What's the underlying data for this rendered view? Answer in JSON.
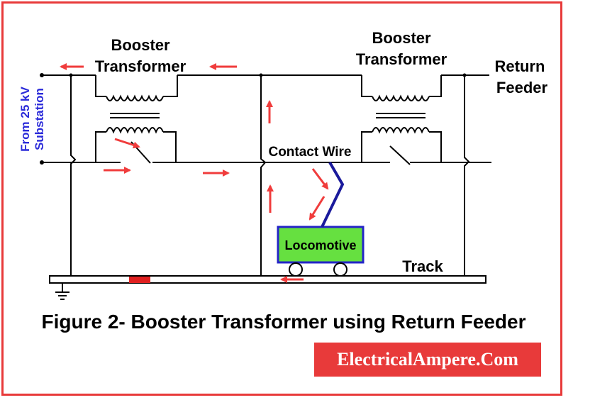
{
  "labels": {
    "booster_left": [
      "Booster",
      "Transformer"
    ],
    "booster_right": [
      "Booster",
      "Transformer"
    ],
    "return_feeder": [
      "Return",
      "Feeder"
    ],
    "from_substation": [
      "From 25 kV",
      "Substation"
    ],
    "contact_wire": "Contact Wire",
    "locomotive": "Locomotive",
    "track": "Track"
  },
  "caption": "Figure 2- Booster Transformer using Return Feeder",
  "brand": "ElectricalAmpere.Com",
  "colors": {
    "border": "#e83a3a",
    "arrow": "#f03c3c",
    "locomotive_fill": "#66e040",
    "locomotive_border": "#2424c8",
    "pantograph": "#1a1a9c",
    "substation_text": "#2b2bd9",
    "brand_bg": "#e83a3a",
    "track_marker": "#e02020"
  }
}
